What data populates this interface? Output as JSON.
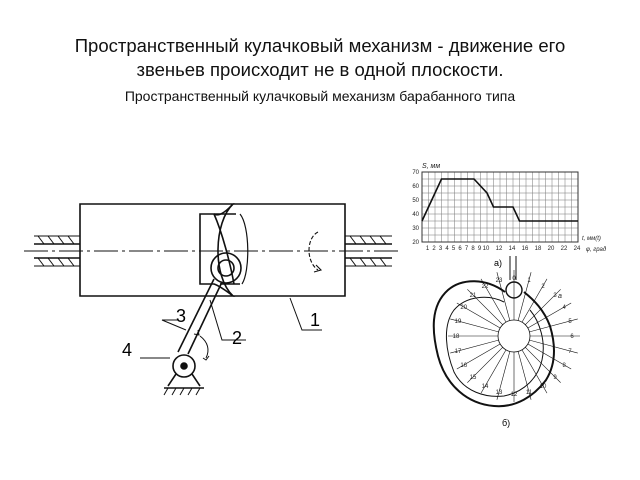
{
  "header": {
    "title_line1": "Пространственный кулачковый механизм - движение его",
    "title_line2": "звеньев происходит  не в одной плоскости.",
    "subtitle": "Пространственный кулачковый механизм барабанного типа"
  },
  "left_drawing": {
    "callouts": [
      "1",
      "2",
      "3",
      "4"
    ]
  },
  "graph": {
    "y_axis_label": "S, мм",
    "y_ticks": [
      "70",
      "60",
      "50",
      "40",
      "30",
      "20"
    ],
    "x_ticks": [
      "1",
      "2",
      "3",
      "4",
      "5",
      "6",
      "7",
      "8",
      "9",
      "10",
      "12",
      "14",
      "16",
      "18",
      "20",
      "22",
      "24"
    ],
    "x_axis_label_top": "t, мм(t)",
    "x_axis_label_bottom": "φ, град",
    "part_label": "а)"
  },
  "cam_profile": {
    "part_label": "б)",
    "a_label": "a",
    "ring_numbers": [
      "0",
      "1",
      "2",
      "3",
      "4",
      "5",
      "6",
      "7",
      "8",
      "9",
      "10",
      "11",
      "12",
      "13",
      "14",
      "15",
      "16",
      "17",
      "18",
      "19",
      "20",
      "21",
      "22",
      "23"
    ]
  },
  "chart_data": {
    "type": "line",
    "title": "",
    "xlabel": "φ, град",
    "ylabel": "S, мм",
    "xlim": [
      0,
      24
    ],
    "ylim": [
      20,
      70
    ],
    "series": [
      {
        "x": [
          0,
          1,
          3,
          8,
          10,
          11,
          14,
          15,
          17,
          24
        ],
        "y": [
          35,
          45,
          65,
          65,
          55,
          45,
          45,
          35,
          35,
          35
        ]
      }
    ]
  }
}
